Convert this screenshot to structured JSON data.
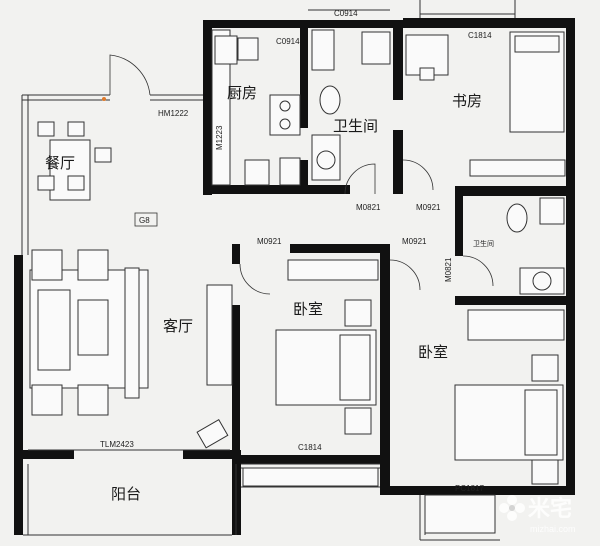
{
  "rooms": {
    "kitchen": "厨房",
    "bathroom_main": "卫生间",
    "study": "书房",
    "dining": "餐厅",
    "living": "客厅",
    "bedroom_center": "卧室",
    "bedroom_right": "卧室",
    "balcony": "阳台",
    "bathroom_small": "卫生间"
  },
  "grid_mark": "G8",
  "codes": {
    "c0914_top": "C0914",
    "c0914_kitchen": "C0914",
    "c1814_study": "C1814",
    "hm1222": "HM1222",
    "m1223": "M1223",
    "m0821_a": "M0821",
    "m0921_a": "M0921",
    "m0921_b": "M0921",
    "m0921_c": "M0921",
    "m0821_b": "M0821",
    "c1814_bedroom": "C1814",
    "tlm2423": "TLM2423",
    "pc1817": "PC1817"
  },
  "watermark": {
    "brand": "米宅",
    "url": "mizhai.com"
  },
  "colors": {
    "wall": "#111111",
    "paper": "#f2f2f0",
    "accent_dot": "#e07a2a"
  }
}
